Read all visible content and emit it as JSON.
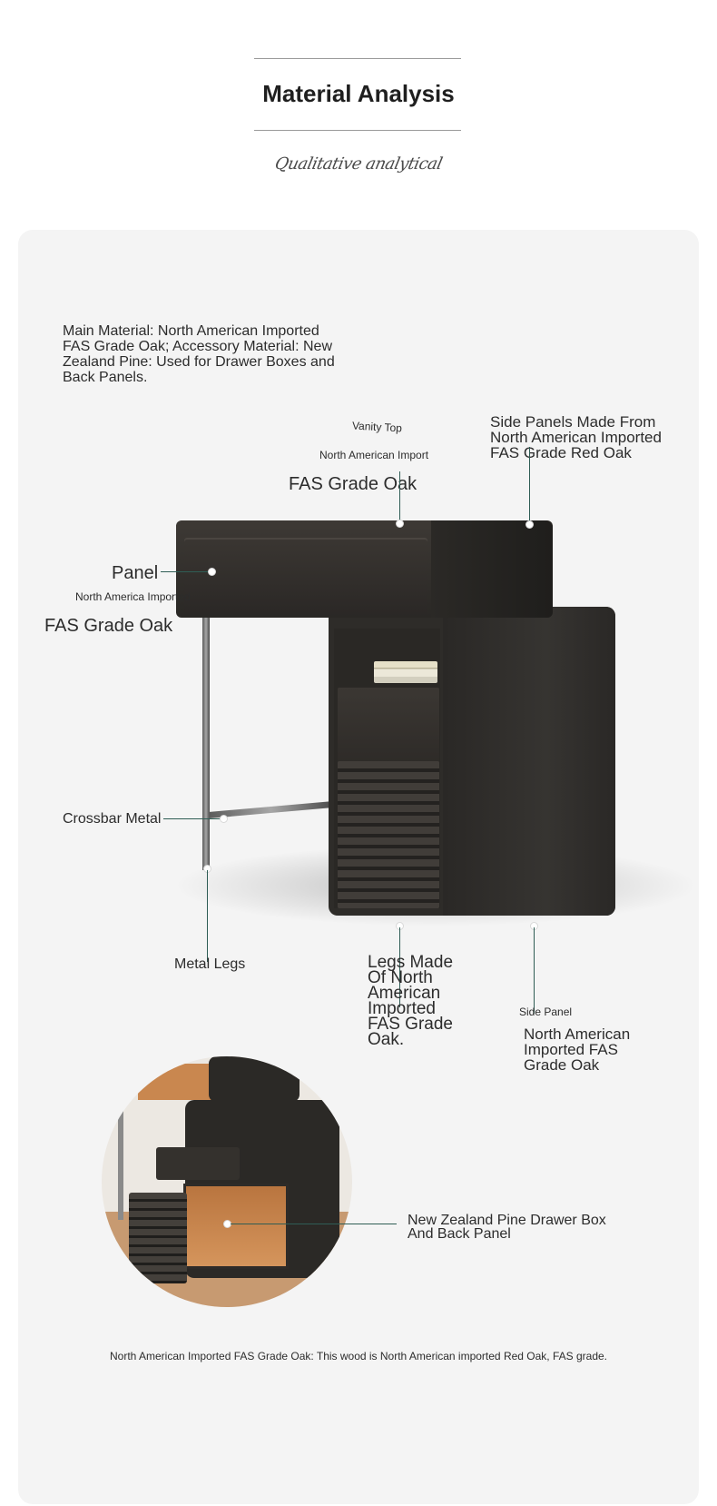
{
  "header": {
    "title": "Material Analysis",
    "subtitle_script": "Qualitative analytical"
  },
  "intro": "Main Material: North American Imported FAS Grade Oak; Accessory Material: New Zealand Pine: Used for Drawer Boxes and Back Panels.",
  "callouts": {
    "vanity_top": {
      "heading": "Vanity Top",
      "subheading": "North American Import",
      "material": "FAS Grade Oak"
    },
    "side_panels": "Side Panels Made From North American Imported FAS Grade Red Oak",
    "panel": {
      "heading": "Panel",
      "subheading": "North America Imported",
      "material": "FAS Grade Oak"
    },
    "crossbar": "Crossbar Metal",
    "metal_legs": "Metal Legs",
    "legs": "Legs Made Of North American Imported FAS Grade Oak.",
    "side_panel": {
      "heading": "Side Panel",
      "material": "North American Imported FAS Grade Oak"
    },
    "drawer_box": "New Zealand Pine Drawer Box And Back Panel"
  },
  "footnote": "North American Imported FAS Grade Oak: This wood is North American imported Red Oak, FAS grade.",
  "colors": {
    "card_background": "#f4f4f4",
    "leader_line": "#2f5d55",
    "wood_dark": "#2e2c29"
  }
}
